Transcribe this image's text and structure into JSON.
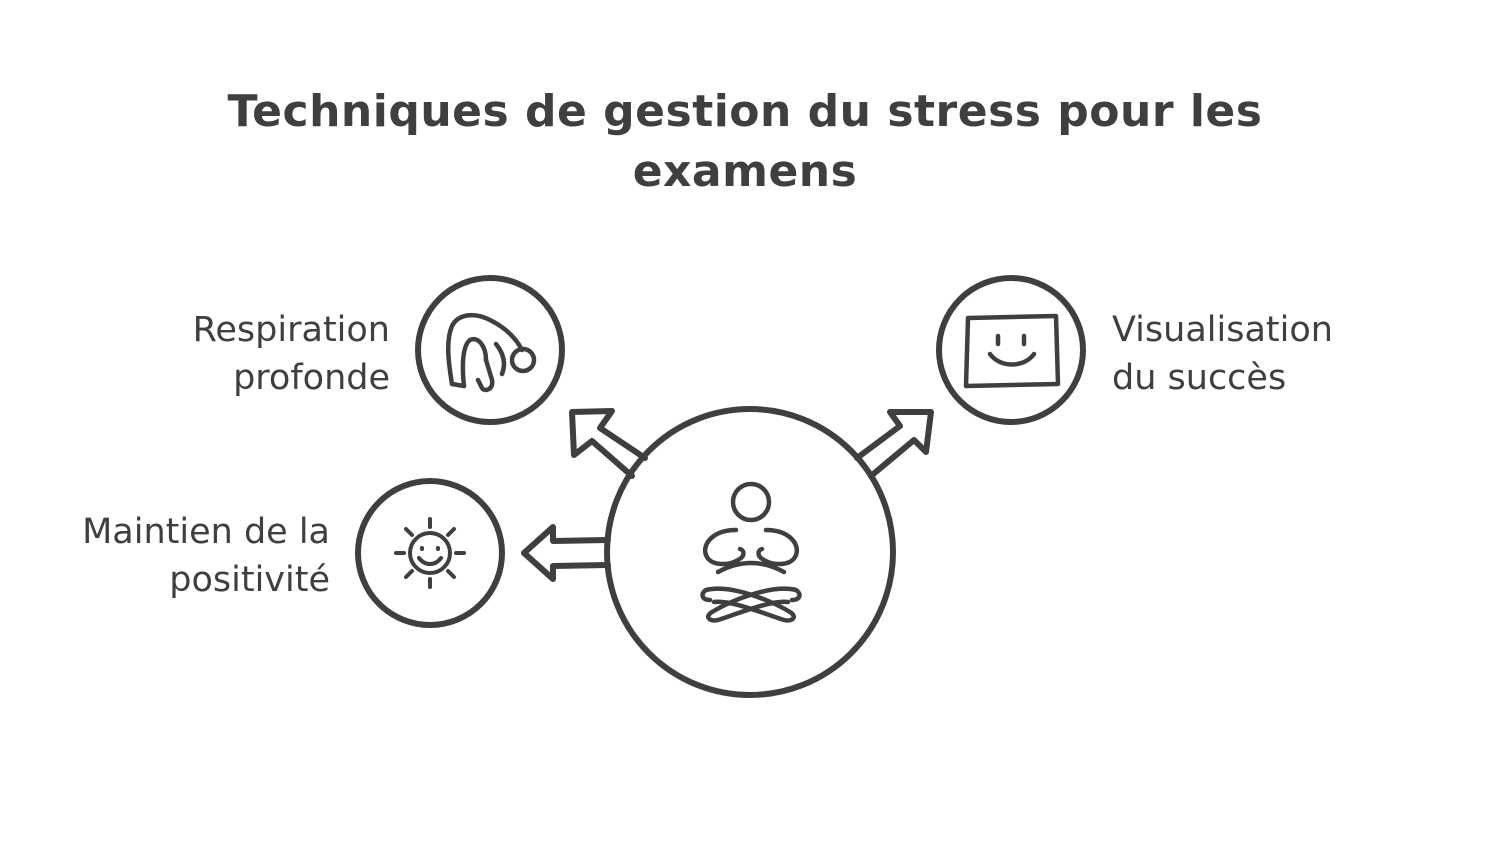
{
  "title": "Techniques de gestion du stress pour les examens",
  "center": {
    "icon": "meditation-person-icon"
  },
  "branches": [
    {
      "id": "respiration",
      "label_lines": [
        "Respiration",
        "profonde"
      ],
      "icon": "stretching-person-icon"
    },
    {
      "id": "visualisation",
      "label_lines": [
        "Visualisation",
        "du succès"
      ],
      "icon": "smiley-screen-icon"
    },
    {
      "id": "positivite",
      "label_lines": [
        "Maintien de la",
        "positivité"
      ],
      "icon": "smiling-sun-icon"
    }
  ],
  "colors": {
    "stroke": "#3f3f3f",
    "background": "#ffffff"
  }
}
